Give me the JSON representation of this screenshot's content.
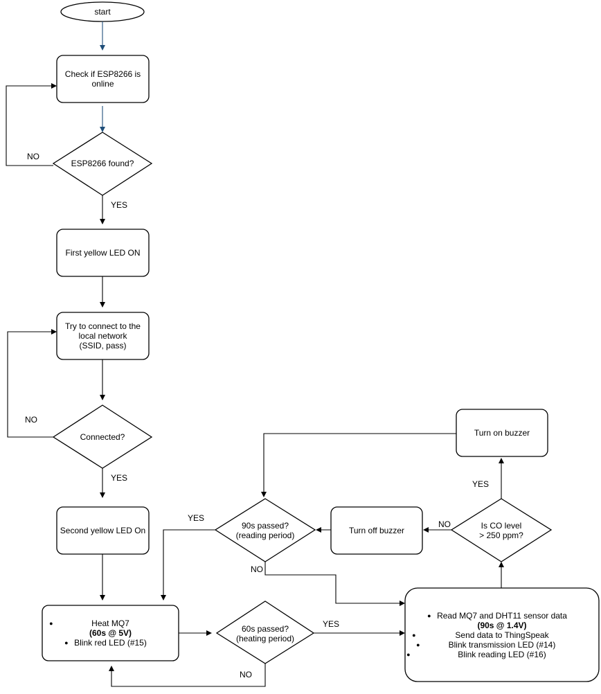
{
  "nodes": {
    "start": "start",
    "check": [
      "Check if ESP8266 is",
      "online"
    ],
    "found": "ESP8266 found?",
    "led1": "First yellow LED ON",
    "connect": [
      "Try to connect to the",
      "local network",
      "(SSID, pass)"
    ],
    "connected": "Connected?",
    "led2": "Second yellow LED On",
    "heat": {
      "line1": "Heat MQ7",
      "line2": "(60s @ 5V)",
      "line3": "Blink red LED (#15)"
    },
    "p60": [
      "60s passed?",
      "(heating period)"
    ],
    "p90": [
      "90s passed?",
      "(reading period)"
    ],
    "read": {
      "line1": "Read MQ7 and DHT11 sensor data",
      "line2": "(90s @ 1.4V)",
      "line3": "Send data to ThingSpeak",
      "line4": "Blink transmission LED (#14)",
      "line5": "Blink reading LED (#16)"
    },
    "co": [
      "Is CO level",
      "> 250 ppm?"
    ],
    "buzzer_off": "Turn off buzzer",
    "buzzer_on": "Turn on buzzer"
  },
  "edges": {
    "no_found": "NO",
    "yes_found": "YES",
    "no_connected": "NO",
    "yes_connected": "YES",
    "yes_p90": "YES",
    "no_p90": "NO",
    "yes_p60": "YES",
    "no_p60": "NO",
    "no_co": "NO",
    "yes_co": "YES"
  },
  "colors": {
    "stroke": "#000000",
    "accent_arrow": "#1f4e79"
  }
}
